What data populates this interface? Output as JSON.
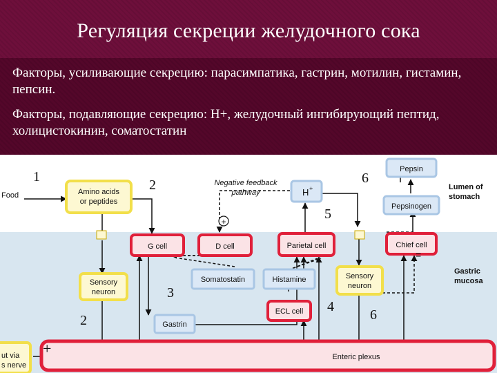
{
  "slide": {
    "title": "Регуляция секреции желудочного сока",
    "stimulating_text": "Факторы, усиливающие секрецию: парасимпатика, гастрин, мотилин, гистамин, пепсин.",
    "inhibiting_text": "Факторы, подавляющие секрецию: Н+, желудочный ингибирующий пептид, холицистокинин, соматостатин"
  },
  "diagram": {
    "labels": {
      "food": "Food",
      "amino_acids_line1": "Amino acids",
      "amino_acids_line2": "or peptides",
      "negative_feedback_line1": "Negative feedback",
      "negative_feedback_line2": "pathway",
      "h_plus": "H",
      "h_plus_sup": "+",
      "pepsin": "Pepsin",
      "pepsinogen": "Pepsinogen",
      "lumen_line1": "Lumen of",
      "lumen_line2": "stomach",
      "g_cell": "G cell",
      "d_cell": "D cell",
      "parietal_cell": "Parietal cell",
      "chief_cell": "Chief cell",
      "gastric_line1": "Gastric",
      "gastric_line2": "mucosa",
      "sensory_neuron_left_line1": "Sensory",
      "sensory_neuron_left_line2": "neuron",
      "somatostatin": "Somatostatin",
      "histamine": "Histamine",
      "sensory_neuron_right_line1": "Sensory",
      "sensory_neuron_right_line2": "neuron",
      "ecl_cell": "ECL cell",
      "gastrin": "Gastrin",
      "enteric_plexus": "Enteric plexus",
      "vagus_line1": "ut via",
      "vagus_line2": "s nerve",
      "plus_sign": "+",
      "plus_circle": "+",
      "minus_sign": "="
    },
    "step_numbers": {
      "n1": "1",
      "n2_top": "2",
      "n6_top": "6",
      "n5": "5",
      "n3": "3",
      "n2_bottom": "2",
      "n4": "4",
      "n6_bottom": "6"
    },
    "colors": {
      "slide_background": "#6e0f3b",
      "lumen_background": "#ffffff",
      "mucosa_background": "#d8e6f0",
      "red_box_border": "#e0203a",
      "red_box_fill": "#fbe3e6",
      "yellow_box_border": "#f2df4a",
      "yellow_box_fill": "#fdf8d2",
      "blue_box_border": "#a9c6e4",
      "blue_box_fill": "#dbe8f6",
      "line_color": "#111111"
    }
  }
}
